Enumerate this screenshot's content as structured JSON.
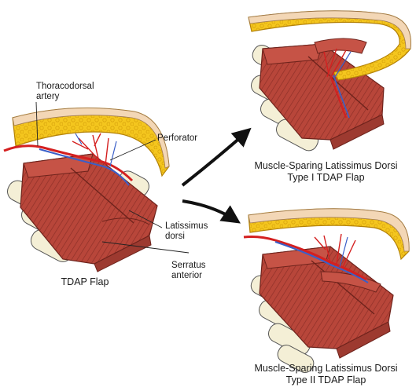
{
  "labels": {
    "thoracodorsal_line1": "Thoracodorsal",
    "thoracodorsal_line2": "artery",
    "perforator": "Perforator",
    "latissimus_line1": "Latissimus",
    "latissimus_line2": "dorsi",
    "serratus_line1": "Serratus",
    "serratus_line2": "anterior"
  },
  "captions": {
    "tdap": "TDAP Flap",
    "type1_line1": "Muscle-Sparing Latissimus Dorsi",
    "type1_line2": "Type I TDAP Flap",
    "type2_line1": "Muscle-Sparing Latissimus Dorsi",
    "type2_line2": "Type II TDAP Flap"
  },
  "colors": {
    "fat": "#f2c21a",
    "fat_edge": "#c9960a",
    "skin": "#f3d7b6",
    "muscle": "#b8463a",
    "muscle_dark": "#7e2a22",
    "bone": "#f4efd6",
    "artery": "#d42020",
    "vein": "#3a5fc8",
    "arrow": "#111111"
  }
}
